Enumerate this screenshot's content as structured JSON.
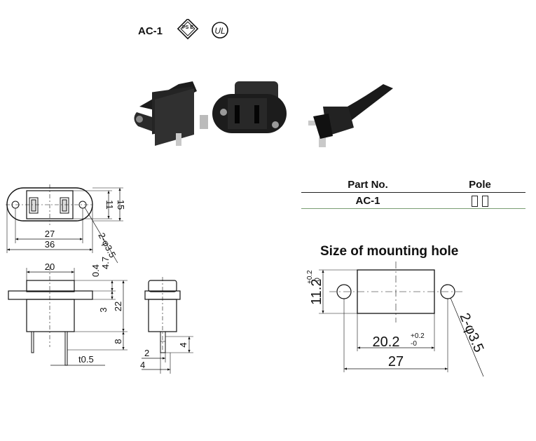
{
  "title": "AC-1",
  "certifications": [
    {
      "name": "PSE",
      "icon": "pse-diamond-mark-icon",
      "text": "PS E"
    },
    {
      "name": "UL",
      "icon": "ul-listed-mark-icon",
      "text": "UL"
    }
  ],
  "table": {
    "headers": [
      "Part No.",
      "Pole"
    ],
    "rows": [
      {
        "part_no": "AC-1",
        "pole": "▯▯"
      }
    ]
  },
  "mounting_hole": {
    "title": "Size of mounting hole",
    "dims": {
      "height": "11.2",
      "height_tol_upper": "+0.2",
      "height_tol_lower": "-0",
      "width": "20.2",
      "width_tol_upper": "+0.2",
      "width_tol_lower": "-0",
      "pitch": "27",
      "hole": "2-φ3.5"
    }
  },
  "front_view": {
    "dims": {
      "h_inner": "11",
      "h_outer": "15",
      "pitch": "27",
      "overall": "36",
      "hole": "2-φ3.5"
    }
  },
  "side_view": {
    "dims": {
      "width": "20",
      "t1": "0.4",
      "t2": "4.7",
      "gap": "3",
      "body": "22",
      "pin": "8",
      "thickness": "t0.5"
    }
  },
  "end_view": {
    "dims": {
      "pin_w": "2",
      "width": "4",
      "pin_len": "4"
    }
  },
  "colors": {
    "line": "#111111",
    "table_rule": "#7a9e72",
    "product_dark": "#1c1c1c"
  }
}
